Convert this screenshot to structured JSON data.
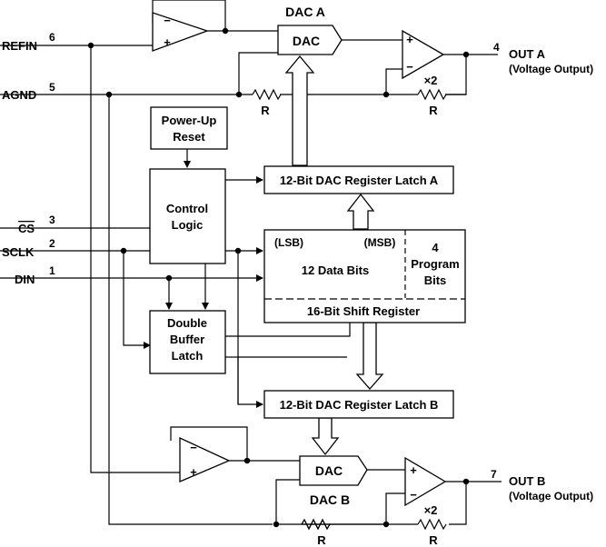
{
  "pins": {
    "refin": {
      "label": "REFIN",
      "num": "6"
    },
    "agnd": {
      "label": "AGND",
      "num": "5"
    },
    "cs": {
      "label": "CS",
      "num": "3"
    },
    "sclk": {
      "label": "SCLK",
      "num": "2"
    },
    "din": {
      "label": "DIN",
      "num": "1"
    },
    "outa": {
      "label": "OUT A",
      "sub": "(Voltage Output)",
      "num": "4"
    },
    "outb": {
      "label": "OUT B",
      "sub": "(Voltage Output)",
      "num": "7"
    }
  },
  "blocks": {
    "dac_a_title": "DAC A",
    "dac_a": "DAC",
    "dac_b_title": "DAC B",
    "dac_b": "DAC",
    "powerup_1": "Power-Up",
    "powerup_2": "Reset",
    "control_1": "Control",
    "control_2": "Logic",
    "latch_a": "12-Bit DAC Register Latch A",
    "latch_b": "12-Bit DAC Register Latch B",
    "lsb": "(LSB)",
    "msb": "(MSB)",
    "data_bits": "12 Data Bits",
    "prog_1": "4",
    "prog_2": "Program",
    "prog_3": "Bits",
    "shift_reg": "16-Bit Shift Register",
    "dbl_1": "Double",
    "dbl_2": "Buffer",
    "dbl_3": "Latch"
  },
  "components": {
    "resistor_label": "R",
    "gain_label": "×2",
    "plus": "+",
    "minus": "−"
  }
}
